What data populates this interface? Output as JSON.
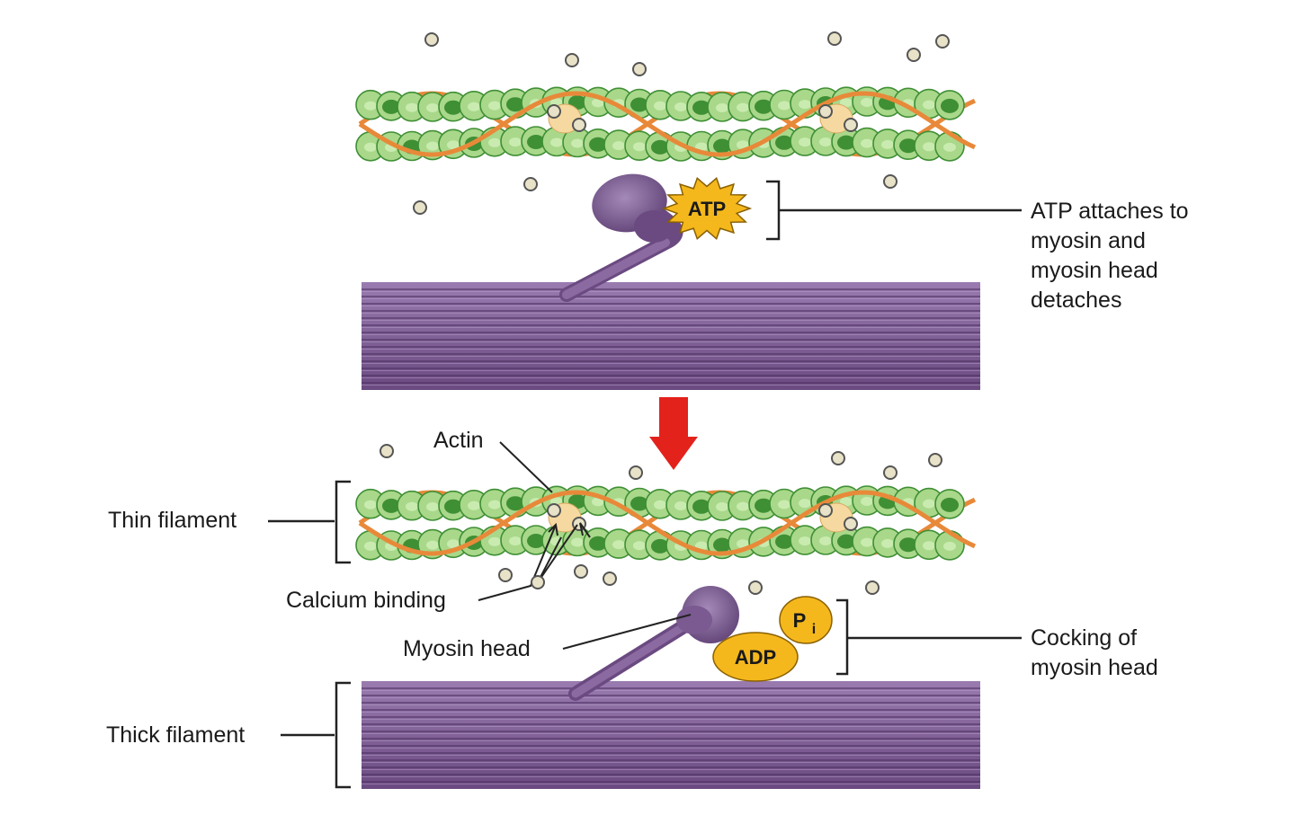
{
  "labels": {
    "step1_caption_lines": [
      "ATP attaches to",
      "myosin and",
      "myosin head",
      "detaches"
    ],
    "step2_caption_lines": [
      "Cocking of",
      "myosin head"
    ],
    "actin": "Actin",
    "thin_filament": "Thin filament",
    "calcium_binding": "Calcium binding",
    "myosin_head": "Myosin head",
    "thick_filament": "Thick filament"
  },
  "molecules": {
    "atp": "ATP",
    "adp": "ADP",
    "pi_main": "P",
    "pi_sub": "i"
  },
  "colors": {
    "actin_light": "#a9d88a",
    "actin_dark": "#3f8f35",
    "tropomyosin": "#e8893a",
    "troponin": "#f6d9a0",
    "calcium": "#e8e2c8",
    "myosin": "#8a6aa0",
    "myosin_dark": "#5e3f72",
    "energy": "#f5b81c",
    "arrow": "#e3221c"
  },
  "icons": {
    "transition_arrow": "red-down-arrow"
  }
}
